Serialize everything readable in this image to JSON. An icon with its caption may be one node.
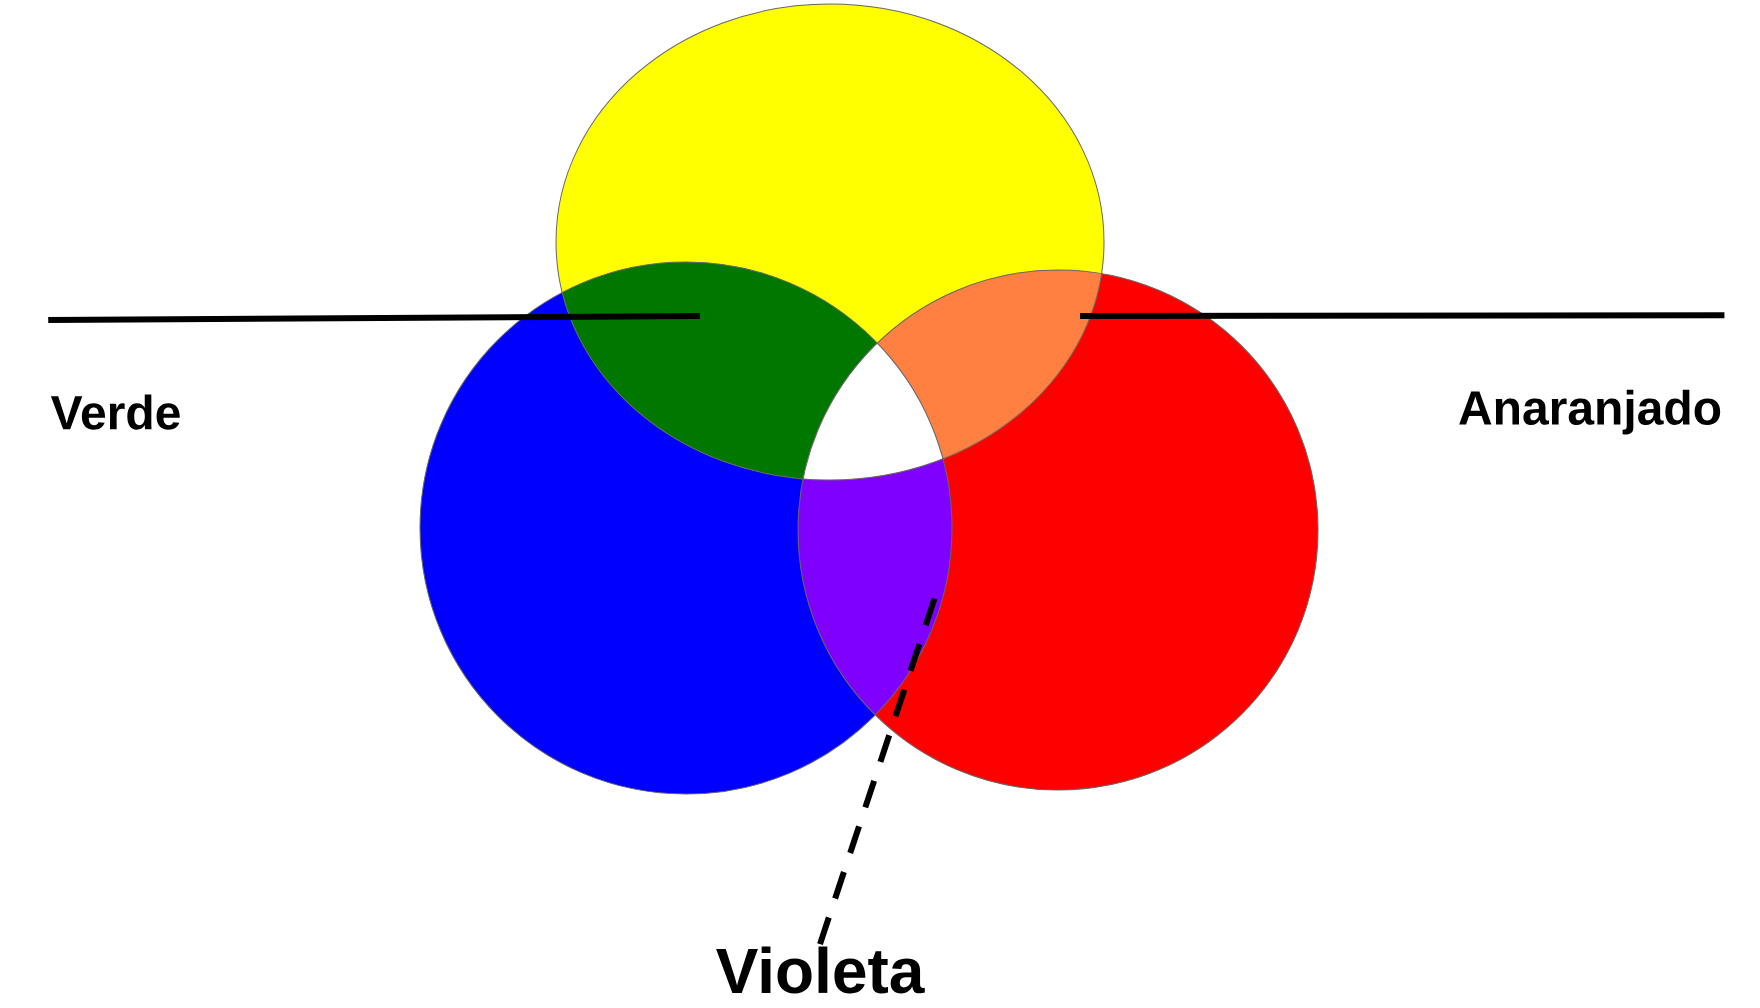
{
  "diagram": {
    "nodes": [
      {
        "text": [
          "Verde"
        ]
      },
      {
        "text": [
          "Anaranjado"
        ]
      },
      {
        "text": [
          "Violeta"
        ]
      }
    ],
    "edges": [
      {
        "from": 0,
        "to": null,
        "arrow": "none"
      },
      {
        "from": 1,
        "to": null,
        "arrow": "none"
      },
      {
        "from": 2,
        "to": null,
        "arrow": "none",
        "style": "dashed"
      }
    ]
  }
}
